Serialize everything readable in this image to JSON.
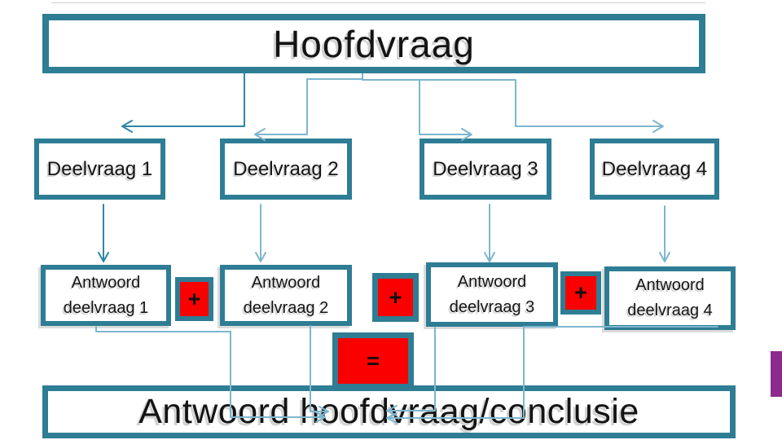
{
  "slide": {
    "title_box": "Hoofdvraag",
    "sub_questions": [
      "Deelvraag 1",
      "Deelvraag 2",
      "Deelvraag 3",
      "Deelvraag 4"
    ],
    "answers": [
      {
        "line1": "Antwoord",
        "line2": "deelvraag 1"
      },
      {
        "line1": "Antwoord",
        "line2": "deelvraag 2"
      },
      {
        "line1": "Antwoord",
        "line2": "deelvraag 3"
      },
      {
        "line1": "Antwoord",
        "line2": "deelvraag 4"
      }
    ],
    "operators": {
      "plus": "+",
      "equals": "="
    },
    "conclusion_box": "Antwoord hoofdvraag/conclusie",
    "colors": {
      "box_border_teal": "#2e7d94",
      "connector_dark": "#2f86a7",
      "connector_light": "#7db6cf",
      "operator_red": "#fa0000",
      "accent_purple": "#8e2a8e",
      "text": "#141414"
    }
  }
}
